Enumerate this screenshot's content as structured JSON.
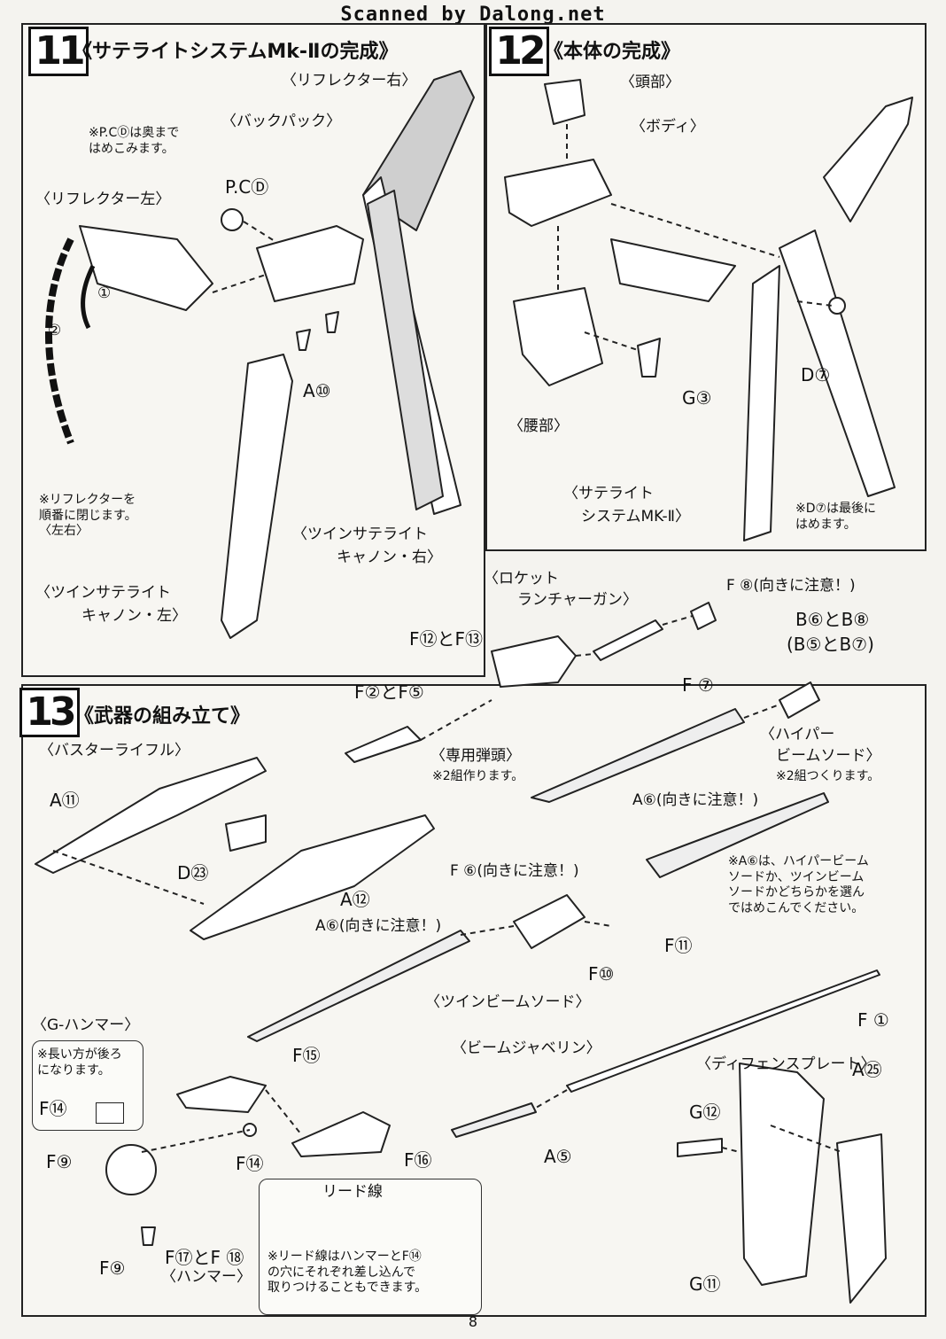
{
  "watermark": "Scanned by Dalong.net",
  "page_number": "8",
  "step11": {
    "number": "11",
    "title": "《サテライトシステムMk-Ⅱの完成》",
    "labels": {
      "reflector_right": "〈リフレクター右〉",
      "backpack": "〈バックパック〉",
      "note_pcd": "※P.CⒹは奥まで\nはめこみます。",
      "pcd": "P.CⒹ",
      "reflector_left": "〈リフレクター左〉",
      "step1": "①",
      "step2": "②",
      "a10": "A⑩",
      "note_reflector": "※リフレクターを\n順番に閉じます。\n〈左右〉",
      "cannon_right_1": "〈ツインサテライト",
      "cannon_right_2": "キャノン・右〉",
      "cannon_left_1": "〈ツインサテライト",
      "cannon_left_2": "キャノン・左〉"
    }
  },
  "step12": {
    "number": "12",
    "title": "《本体の完成》",
    "labels": {
      "head": "〈頭部〉",
      "body": "〈ボディ〉",
      "waist": "〈腰部〉",
      "g3": "G③",
      "d7": "D⑦",
      "satellite_1": "〈サテライト",
      "satellite_2": "システムMK-Ⅱ〉",
      "note_d7": "※D⑦は最後に\nはめます。"
    }
  },
  "step13": {
    "number": "13",
    "title": "《武器の組み立て》",
    "labels": {
      "rocket_1": "〈ロケット",
      "rocket_2": "ランチャーガン〉",
      "f8": "F ⑧(向きに注意！)",
      "b6b8": "B⑥とB⑧",
      "b5b7": "(B⑤とB⑦)",
      "f12f13": "F⑫とF⑬",
      "f7": "F ⑦",
      "f2f5": "F②とF⑤",
      "warhead": "〈専用弾頭〉",
      "warhead_note": "※2組作ります。",
      "hyper_1": "〈ハイパー",
      "hyper_2": "ビームソード〉",
      "hyper_note": "※2組つくります。",
      "buster": "〈バスターライフル〉",
      "a11": "A⑪",
      "d23": "D㉓",
      "a12": "A⑫",
      "a6_top": "A⑥(向きに注意！)",
      "note_a6": "※A⑥は、ハイパービーム\nソードか、ツインビーム\nソードかどちらかを選ん\nではめこんでください。",
      "f6": "F ⑥(向きに注意！)",
      "a6_mid": "A⑥(向きに注意！)",
      "f11": "F⑪",
      "f10": "F⑩",
      "twin_beam": "〈ツインビームソード〉",
      "f1": "F ①",
      "g_hammer": "〈G-ハンマー〉",
      "hammer_note": "※長い方が後ろ\nになります。",
      "f14_box": "F⑭",
      "f15": "F⑮",
      "beam_javelin": "〈ビームジャベリン〉",
      "defense_plate": "〈ディフェンスプレート〉",
      "a25": "A㉕",
      "g12": "G⑫",
      "f9_top": "F⑨",
      "f14": "F⑭",
      "f16": "F⑯",
      "a5": "A⑤",
      "lead_wire": "リード線",
      "lead_note": "※リード線はハンマーとF⑭\nの穴にそれぞれ差し込んで\n取りつけることもできます。",
      "f9_bot": "F⑨",
      "f17f18": "F⑰とF ⑱",
      "hammer": "〈ハンマー〉",
      "g11": "G⑪"
    }
  }
}
